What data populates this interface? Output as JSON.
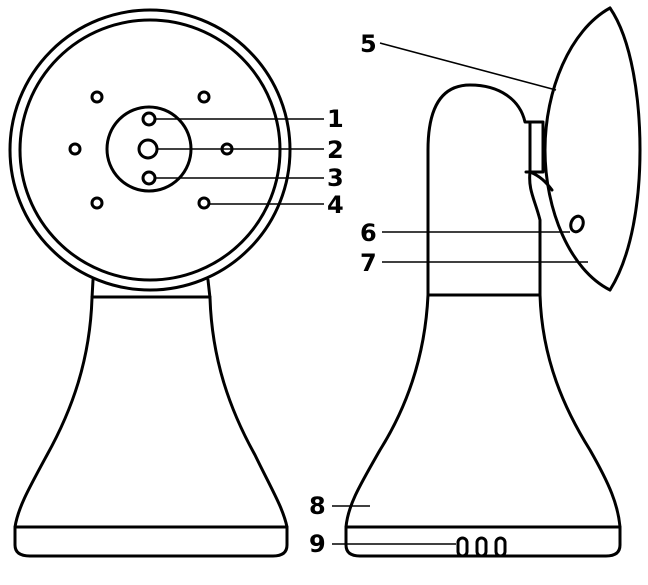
{
  "figure": {
    "front_view": {
      "callouts": [
        {
          "id": "1",
          "label": "1"
        },
        {
          "id": "2",
          "label": "2"
        },
        {
          "id": "3",
          "label": "3"
        },
        {
          "id": "4",
          "label": "4"
        }
      ]
    },
    "side_view": {
      "callouts": [
        {
          "id": "5",
          "label": "5"
        },
        {
          "id": "6",
          "label": "6"
        },
        {
          "id": "7",
          "label": "7"
        },
        {
          "id": "8",
          "label": "8"
        },
        {
          "id": "9",
          "label": "9"
        }
      ]
    },
    "colors": {
      "line": "#000000",
      "background": "#ffffff"
    }
  }
}
